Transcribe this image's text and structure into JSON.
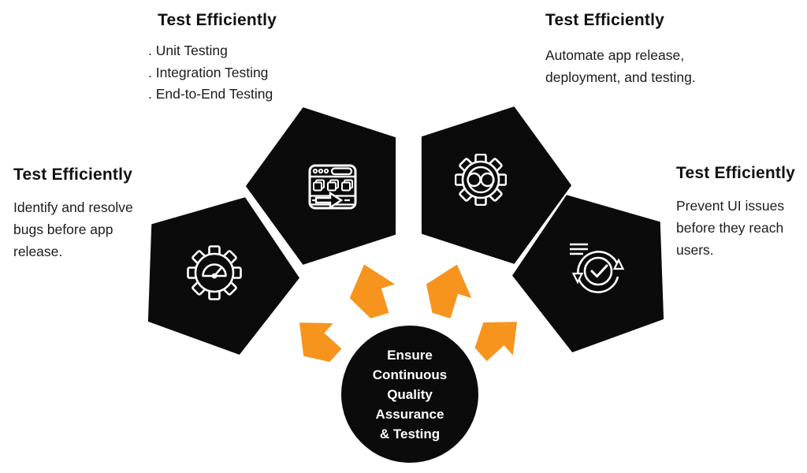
{
  "title": "Continuous Quality Assurance & Testing diagram",
  "colors": {
    "shape_black": "#0b0b0b",
    "arrow_orange": "#f7941e",
    "icon_stroke": "#ffffff",
    "background": "#ffffff",
    "text": "#1c1c1c"
  },
  "center": {
    "lines": [
      "Ensure",
      "Continuous",
      "Quality",
      "Assurance",
      "& Testing"
    ]
  },
  "blocks": {
    "top_left": {
      "heading": "Test Efficiently",
      "items": [
        ". Unit Testing",
        ". Integration Testing",
        ". End-to-End Testing"
      ]
    },
    "top_right": {
      "heading": "Test Efficiently",
      "body": "Automate app release,\ndeployment, and testing."
    },
    "left": {
      "heading": "Test Efficiently",
      "body": "Identify and resolve\nbugs before app\nrelease."
    },
    "right": {
      "heading": "Test Efficiently",
      "body": "Prevent UI issues\nbefore they reach\nusers."
    }
  },
  "icons": [
    {
      "name": "gauge-gear-icon",
      "meaning": "performance testing gear with speedometer"
    },
    {
      "name": "browser-test-icon",
      "meaning": "browser window with run arrow"
    },
    {
      "name": "devops-infinity-gear-icon",
      "meaning": "gear with infinity loop"
    },
    {
      "name": "sync-check-icon",
      "meaning": "circular arrows with checkmark and checklist"
    }
  ]
}
